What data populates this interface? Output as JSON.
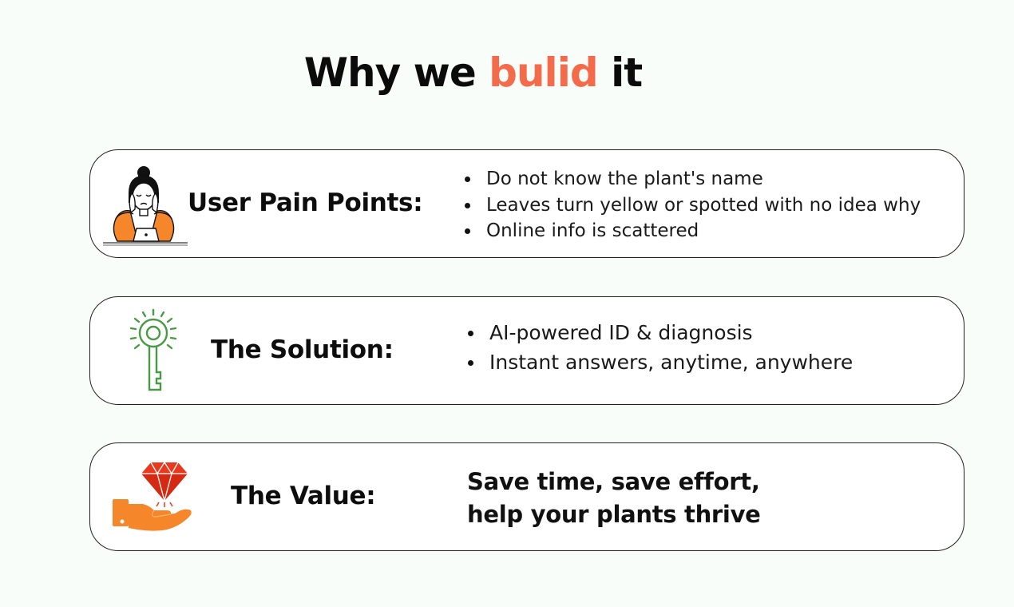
{
  "title": {
    "prefix": "Why we",
    "accent": "bulid",
    "suffix": "it"
  },
  "colors": {
    "accent": "#f36b4a",
    "background": "#f9fdf9",
    "card_border": "#222222",
    "orange": "#f5862a",
    "green": "#4a9a45",
    "red_gem": "#e8381e"
  },
  "cards": [
    {
      "icon": "stressed-person-at-laptop-icon",
      "heading": "User Pain Points:",
      "bullets": [
        "Do not  know the plant's name",
        "Leaves turn yellow or spotted with no idea why",
        "Online info is scattered"
      ]
    },
    {
      "icon": "glowing-key-icon",
      "heading": "The Solution:",
      "bullets": [
        "AI-powered ID & diagnosis",
        "Instant answers, anytime, anywhere"
      ]
    },
    {
      "icon": "hand-holding-gem-icon",
      "heading": "The Value:",
      "lines": [
        "Save time, save effort,",
        "help your plants thrive"
      ]
    }
  ]
}
